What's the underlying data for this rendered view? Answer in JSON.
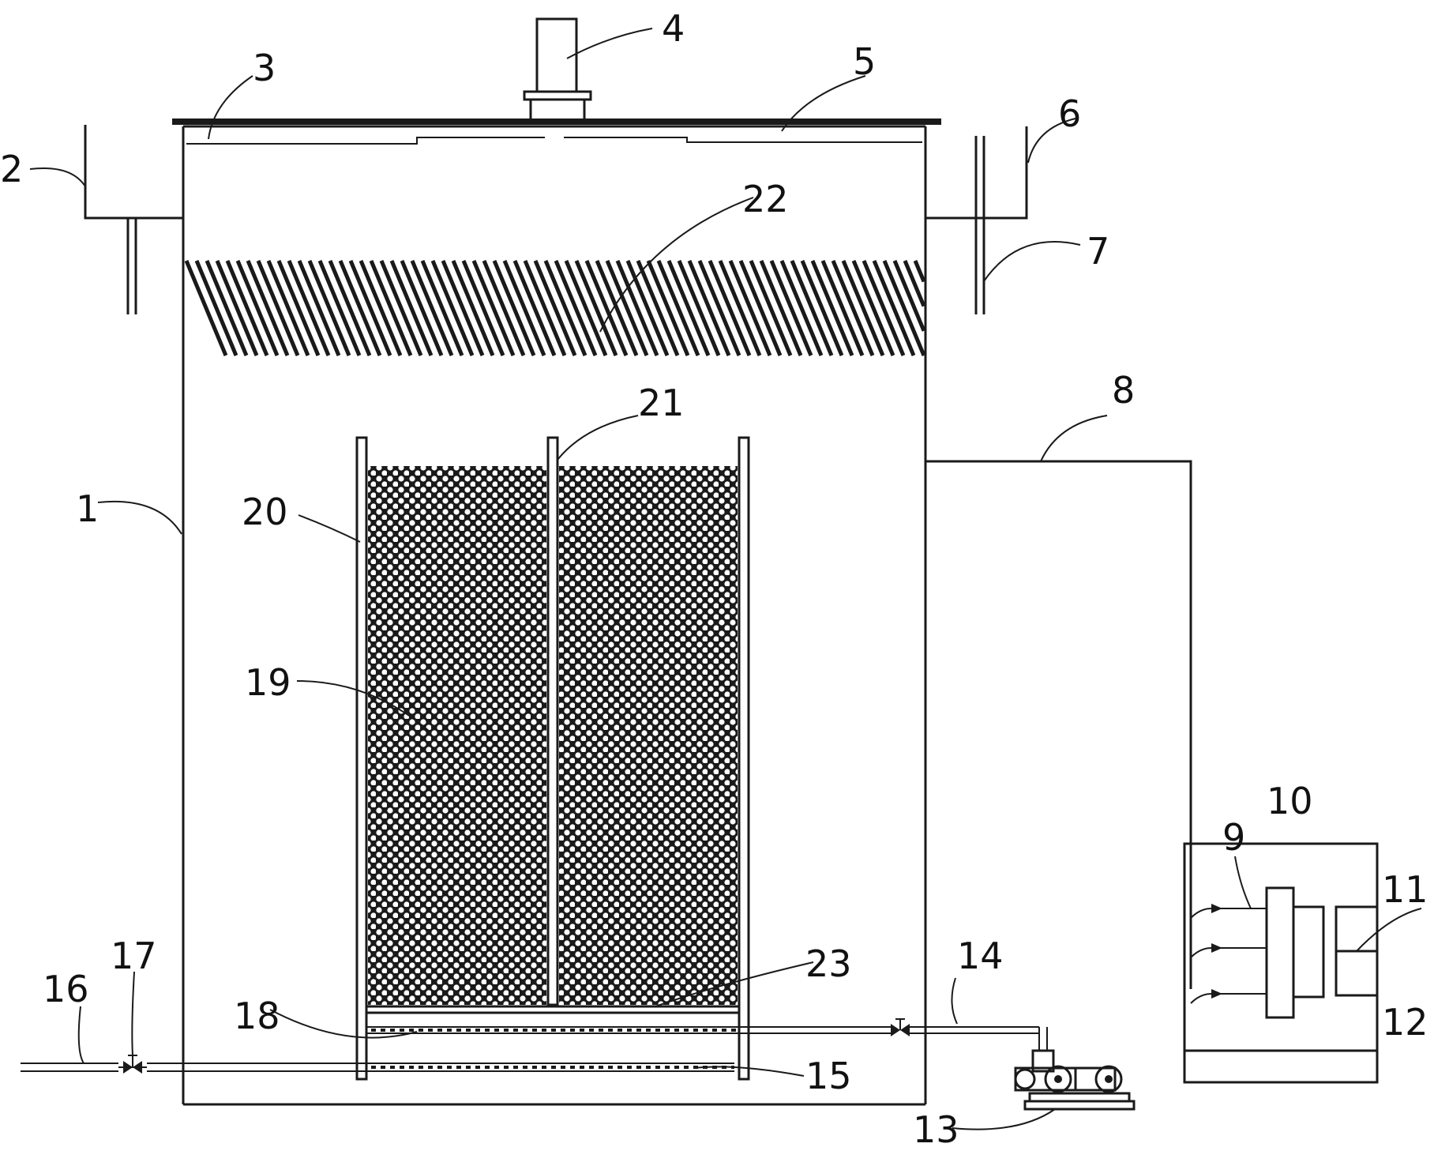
{
  "labels": {
    "l1": "1",
    "l2": "2",
    "l3": "3",
    "l4": "4",
    "l5": "5",
    "l6": "6",
    "l7": "7",
    "l8": "8",
    "l9": "9",
    "l10": "10",
    "l11": "11",
    "l12": "12",
    "l13": "13",
    "l14": "14",
    "l15": "15",
    "l16": "16",
    "l17": "17",
    "l18": "18",
    "l19": "19",
    "l20": "20",
    "l21": "21",
    "l22": "22",
    "l23": "23"
  },
  "colors": {
    "ink": "#1a1a1a",
    "background": "#ffffff"
  }
}
